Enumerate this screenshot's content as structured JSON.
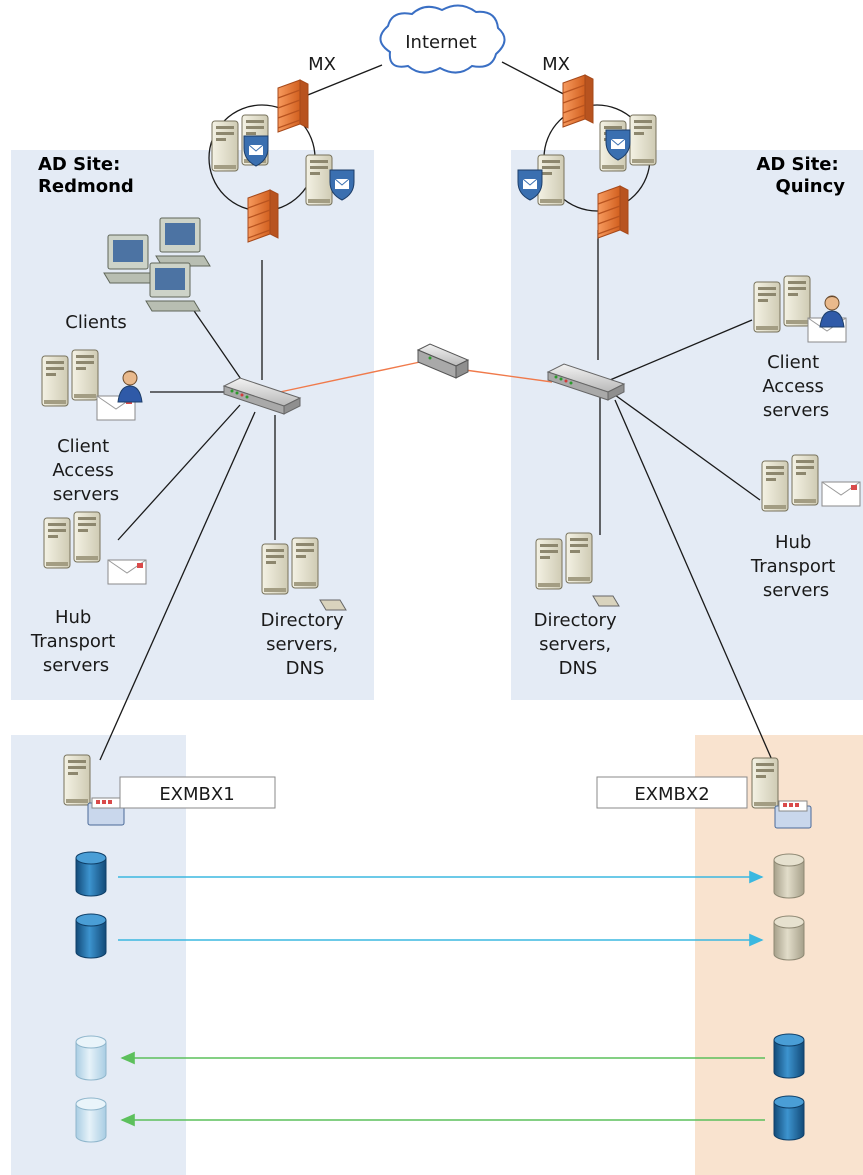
{
  "internet": "Internet",
  "mx_left": "MX",
  "mx_right": "MX",
  "site_left": [
    "AD Site:",
    "Redmond"
  ],
  "site_right": [
    "AD Site:",
    "Quincy"
  ],
  "left": {
    "clients": [
      "Clients"
    ],
    "cas": [
      "Client",
      "Access",
      "servers"
    ],
    "hub": [
      "Hub",
      "Transport",
      "servers"
    ],
    "dir": [
      "Directory",
      "servers,",
      "DNS"
    ],
    "mailbox": "EXMBX1"
  },
  "right": {
    "cas": [
      "Client",
      "Access",
      "servers"
    ],
    "hub": [
      "Hub",
      "Transport",
      "servers"
    ],
    "dir": [
      "Directory",
      "servers,",
      "DNS"
    ],
    "mailbox": "EXMBX2"
  },
  "colors": {
    "site_fill": "#e4ebf5",
    "dr_fill": "#f9e3cf",
    "wan_link": "#f07a4b",
    "replication_out": "#3bb8e0",
    "replication_in": "#5cc05c",
    "firewall": "#e8783a",
    "db_active": "#1f6fa8",
    "db_passive_left": "#c9e2f0",
    "db_passive_right": "#c8c2ad"
  }
}
